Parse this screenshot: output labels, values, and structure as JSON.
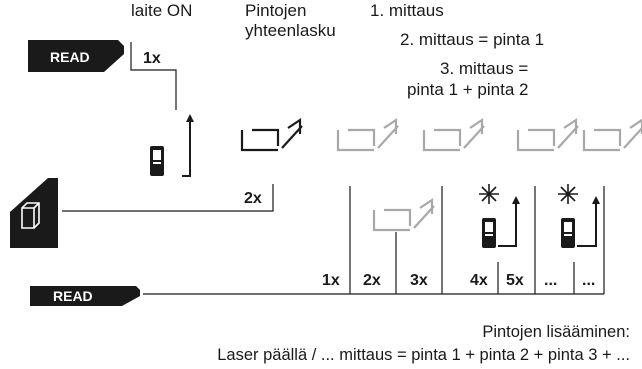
{
  "buttons": {
    "read_top": "READ",
    "read_bottom": "READ"
  },
  "labels": {
    "laite_on": "laite ON",
    "pintojen_1": "Pintojen",
    "pintojen_2": "yhteenlasku",
    "mittaus_1": "1. mittaus",
    "mittaus_2": "2. mittaus = pinta 1",
    "mittaus_3a": "3. mittaus =",
    "mittaus_3b": "pinta 1 + pinta 2"
  },
  "counts": {
    "top_read": "1x",
    "area_key": "2x",
    "c1": "1x",
    "c2": "2x",
    "c3": "3x",
    "c4": "4x",
    "c5": "5x",
    "c6": "...",
    "c7": "..."
  },
  "footer": {
    "line1": "Pintojen lisääminen:",
    "line2": "Laser päällä / ... mittaus = pinta 1 + pinta 2 + pinta 3 + ..."
  },
  "icons": [
    "device-icon",
    "area-icon",
    "laser-star-icon",
    "measure-arrow-icon"
  ],
  "colors": {
    "ink": "#1a1a1a",
    "faded": "#a8a8a8",
    "button": "#1a1a1a"
  }
}
